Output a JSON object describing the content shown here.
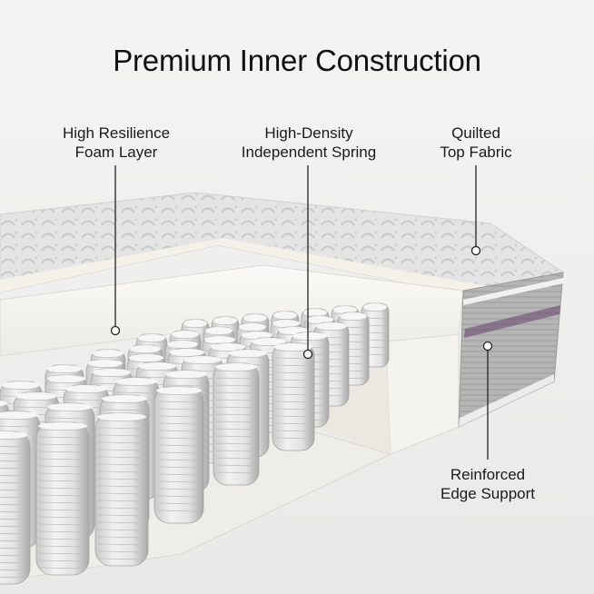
{
  "title": "Premium Inner Construction",
  "callouts": {
    "foam": "High Resilience\nFoam Layer",
    "spring": "High-Density\nIndependent Spring",
    "fabric": "Quilted\nTop Fabric",
    "edge": "Reinforced\nEdge Support"
  }
}
